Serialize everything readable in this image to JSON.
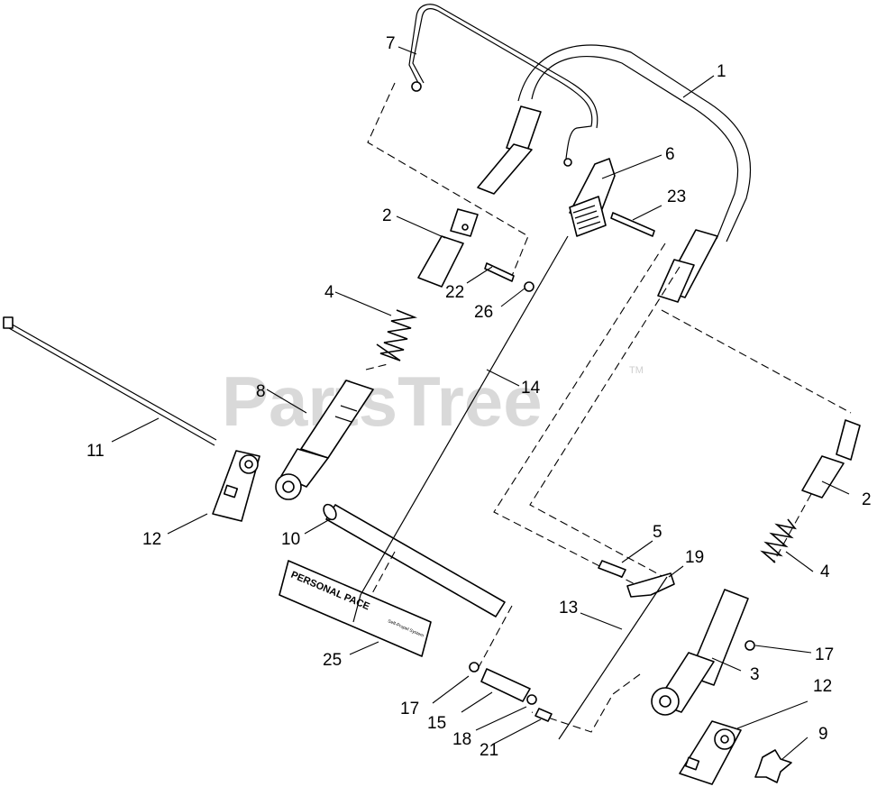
{
  "watermark": {
    "text": "PartsTree",
    "trademark": "TM"
  },
  "decal_text": {
    "line1": "PERSONAL PACE",
    "line2": "Self-Propel System"
  },
  "callouts": [
    {
      "id": "c1",
      "label": "1"
    },
    {
      "id": "c2a",
      "label": "2"
    },
    {
      "id": "c2b",
      "label": "2"
    },
    {
      "id": "c3",
      "label": "3"
    },
    {
      "id": "c4a",
      "label": "4"
    },
    {
      "id": "c4b",
      "label": "4"
    },
    {
      "id": "c5",
      "label": "5"
    },
    {
      "id": "c6",
      "label": "6"
    },
    {
      "id": "c7",
      "label": "7"
    },
    {
      "id": "c8",
      "label": "8"
    },
    {
      "id": "c9",
      "label": "9"
    },
    {
      "id": "c10",
      "label": "10"
    },
    {
      "id": "c11",
      "label": "11"
    },
    {
      "id": "c12a",
      "label": "12"
    },
    {
      "id": "c12b",
      "label": "12"
    },
    {
      "id": "c13",
      "label": "13"
    },
    {
      "id": "c14",
      "label": "14"
    },
    {
      "id": "c15",
      "label": "15"
    },
    {
      "id": "c17a",
      "label": "17"
    },
    {
      "id": "c17b",
      "label": "17"
    },
    {
      "id": "c18",
      "label": "18"
    },
    {
      "id": "c19",
      "label": "19"
    },
    {
      "id": "c21",
      "label": "21"
    },
    {
      "id": "c22",
      "label": "22"
    },
    {
      "id": "c23",
      "label": "23"
    },
    {
      "id": "c25",
      "label": "25"
    },
    {
      "id": "c26",
      "label": "26"
    }
  ]
}
